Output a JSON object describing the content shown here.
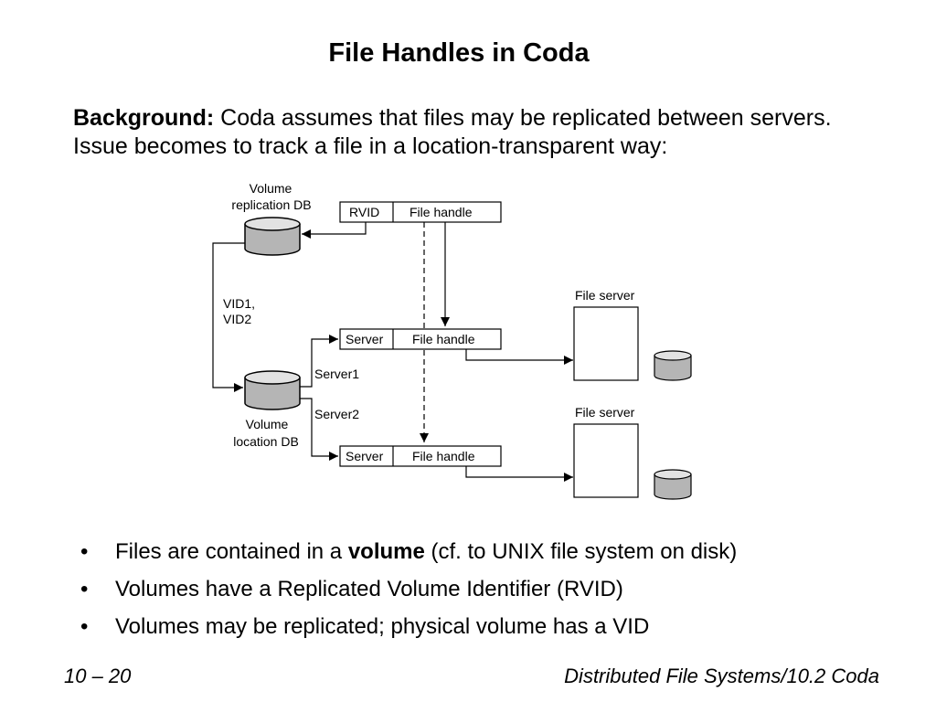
{
  "slide": {
    "title": "File Handles in Coda",
    "intro_bold": "Background:",
    "intro_rest": " Coda assumes that files may be replicated between servers. Issue becomes to track a file in a location-transparent way:",
    "bullets": [
      {
        "marker": "•",
        "before": "Files are contained in a ",
        "bold": "volume",
        "after": " (cf. to UNIX file system on disk)"
      },
      {
        "marker": "•",
        "text": "Volumes have a Replicated Volume Identifier (RVID)"
      },
      {
        "marker": "•",
        "text": "Volumes may be replicated; physical volume has a VID"
      }
    ],
    "footer_left": "10 – 20",
    "footer_right": "Distributed File Systems/10.2 Coda"
  },
  "diagram": {
    "volume_replication_db": [
      "Volume",
      "replication DB"
    ],
    "volume_location_db": [
      "Volume",
      "location DB"
    ],
    "vid_label": [
      "VID1,",
      "VID2"
    ],
    "rvid_field": "RVID",
    "file_handle_field": "File handle",
    "server_field": "Server",
    "server1_label": "Server1",
    "server2_label": "Server2",
    "file_server_label": "File server"
  }
}
